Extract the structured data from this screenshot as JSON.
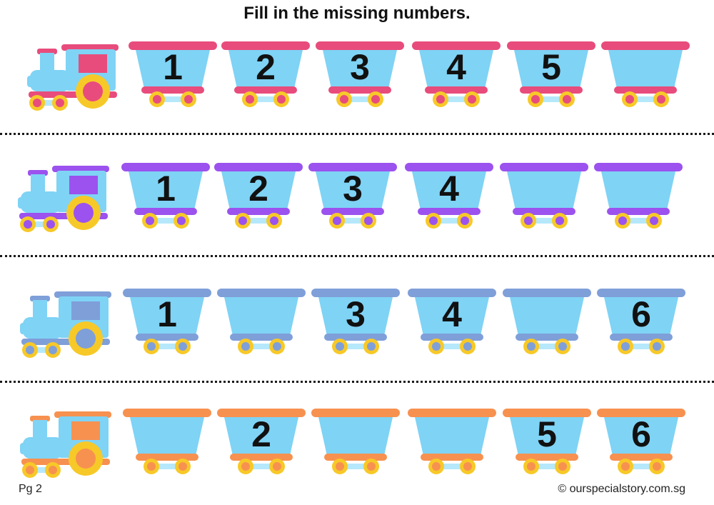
{
  "title": "Fill in the missing numbers.",
  "footer": {
    "page_label": "Pg 2",
    "credit": "© ourspecialstory.com.sg"
  },
  "colors": {
    "car_body": "#7fd3f5",
    "wheel": "#f7c928",
    "axle": "#b6e8fb",
    "engine_body": "#7fd3f5"
  },
  "rows": [
    {
      "accent": "#e84c7c",
      "cars": [
        {
          "number": "1"
        },
        {
          "number": "2"
        },
        {
          "number": "3"
        },
        {
          "number": "4"
        },
        {
          "number": "5"
        },
        {
          "number": ""
        }
      ]
    },
    {
      "accent": "#9b52ee",
      "cars": [
        {
          "number": "1"
        },
        {
          "number": "2"
        },
        {
          "number": "3"
        },
        {
          "number": "4"
        },
        {
          "number": ""
        },
        {
          "number": ""
        }
      ]
    },
    {
      "accent": "#7f9fd9",
      "cars": [
        {
          "number": "1"
        },
        {
          "number": ""
        },
        {
          "number": "3"
        },
        {
          "number": "4"
        },
        {
          "number": ""
        },
        {
          "number": "6"
        }
      ]
    },
    {
      "accent": "#f79150",
      "cars": [
        {
          "number": ""
        },
        {
          "number": "2"
        },
        {
          "number": ""
        },
        {
          "number": ""
        },
        {
          "number": "5"
        },
        {
          "number": "6"
        }
      ]
    }
  ]
}
